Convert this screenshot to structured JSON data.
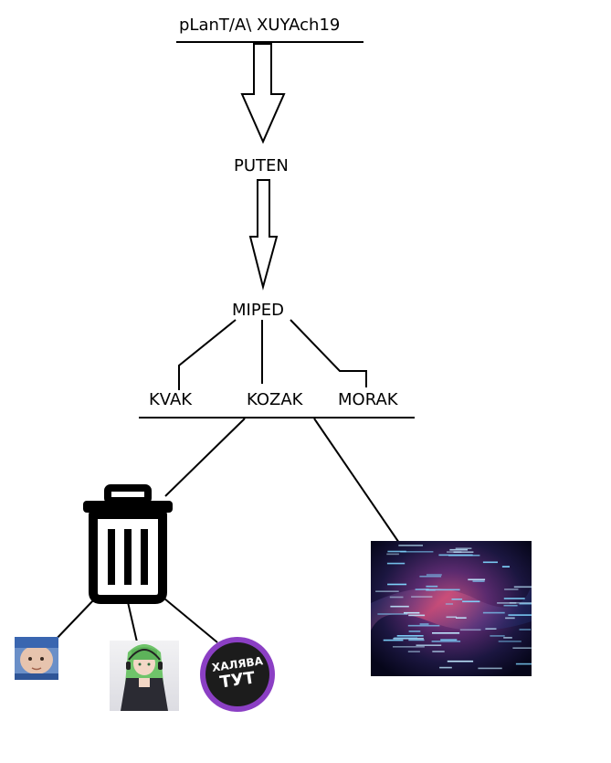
{
  "labels": {
    "top": "pLanT/A\\ XUYAch19",
    "puten": "PUTEN",
    "miped": "MIPED",
    "kvak": "KVAK",
    "kozak": "KOZAK",
    "morak": "MORAK"
  },
  "badge": {
    "line1": "ХАЛЯВА",
    "line2": "ТУТ"
  },
  "icons": {
    "trash": "trash-icon",
    "baby": "baby-photo",
    "anime": "anime-girl-picture",
    "galaxy": "galaxy-text-picture"
  }
}
